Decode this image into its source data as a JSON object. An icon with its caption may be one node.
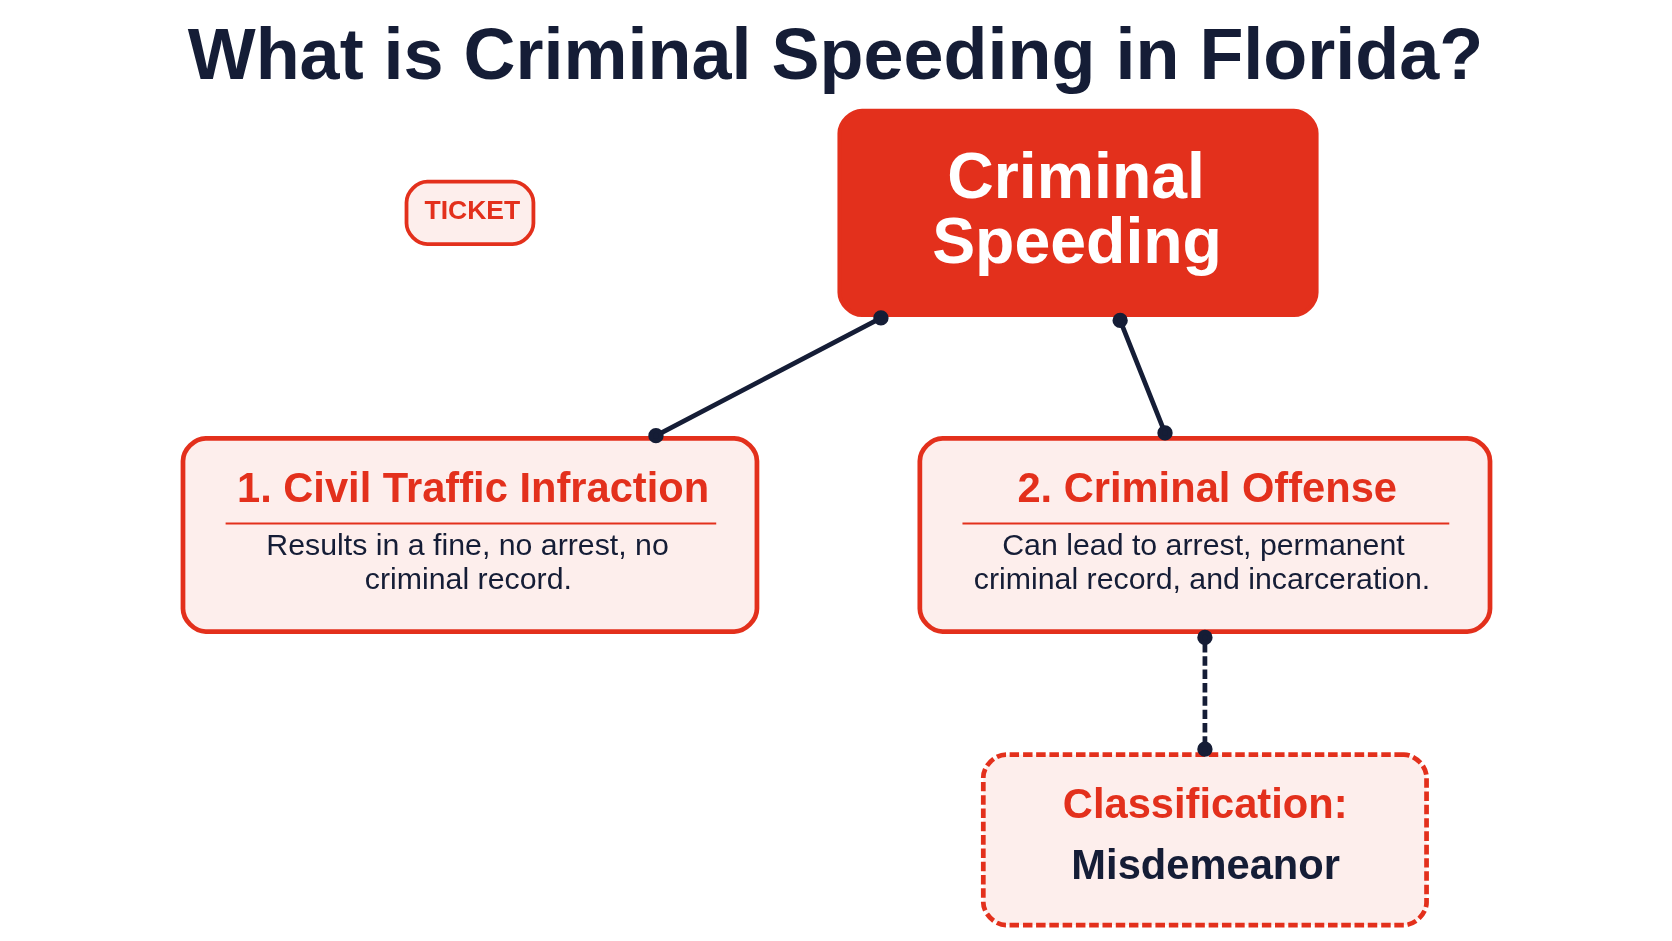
{
  "diagram": {
    "title": "What is Criminal Speeding in Florida?",
    "nodes": [
      {
        "text": [
          "Criminal Speeding"
        ]
      },
      {
        "text": [
          "1. Civil Traffic Infraction",
          "Results in a fine, no arrest, no criminal record."
        ]
      },
      {
        "text": [
          "2. Criminal Offense",
          "Can lead to arrest, permanent criminal record, and incarceration."
        ]
      },
      {
        "text": [
          "Classification:",
          "Misdemeanor"
        ]
      }
    ],
    "edges": [
      {
        "from": 0,
        "to": 1,
        "arrow": "other"
      },
      {
        "from": 0,
        "to": 2,
        "arrow": "other"
      },
      {
        "from": 2,
        "to": 3,
        "arrow": "other",
        "style": "dashed"
      }
    ],
    "labels": [
      "TICKET"
    ]
  }
}
